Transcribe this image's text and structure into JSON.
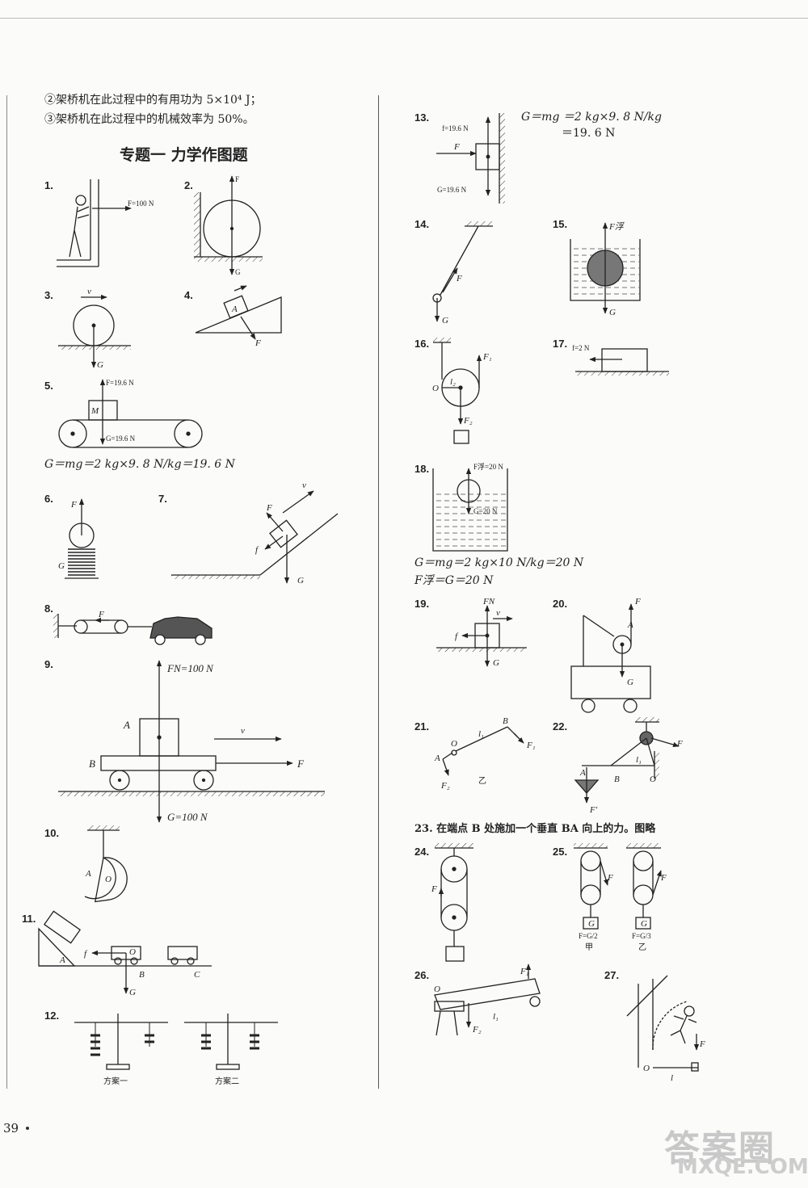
{
  "header": {
    "line1": "②架桥机在此过程中的有用功为 5×10⁴ J；",
    "line2": "③架桥机在此过程中的机械效率为 50%。",
    "section_title": "专题一   力学作图题"
  },
  "left_numbers": [
    "1.",
    "2.",
    "3.",
    "4.",
    "5.",
    "6.",
    "7.",
    "8.",
    "9.",
    "10.",
    "11.",
    "12."
  ],
  "right_numbers": [
    "13.",
    "14.",
    "15.",
    "16.",
    "17.",
    "18.",
    "19.",
    "20.",
    "21.",
    "22.",
    "24.",
    "25.",
    "26.",
    "27."
  ],
  "eq5": "G＝mg＝2 kg×9. 8 N/kg＝19. 6 N",
  "eq13_line1": "G＝mg ＝2 kg×9. 8 N/kg",
  "eq13_line2": "＝19. 6 N",
  "eq18_line1": "G＝mg＝2 kg×10 N/kg＝20 N",
  "eq18_line2": "F浮＝G＝20 N",
  "q23": "23. 在端点 B 处施加一个垂直 BA 向上的力。图略",
  "q12_captions": [
    "方案一",
    "方案二"
  ],
  "q25_captions": [
    "甲",
    "乙"
  ],
  "q21_caption": "乙",
  "page_number": "39",
  "watermark": {
    "logo": "答案圈",
    "site": "MXQE.COM"
  },
  "labels": {
    "q1_force": "F=100 N",
    "q5_F": "F=19.6 N",
    "q5_G": "G=19.6 N",
    "q13_f": "f=19.6 N",
    "q13_G": "G=19.6 N",
    "q17_f": "f=2 N",
    "q18_F": "F浮=20 N",
    "q18_G": "G=20 N",
    "q9_FN": "FN=100 N",
    "q9_G": "G=100 N",
    "q25_a": "F=G/2",
    "q25_b": "F=G/3"
  }
}
